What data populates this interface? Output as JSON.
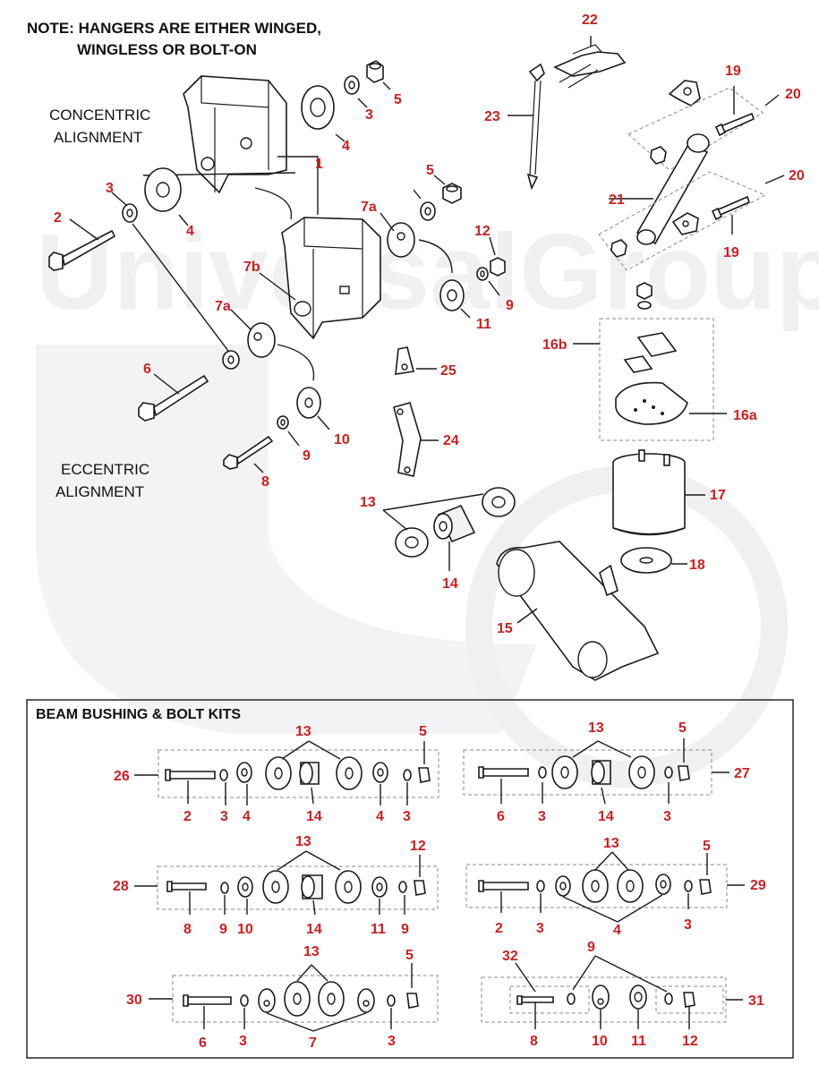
{
  "note": {
    "line1": "NOTE: HANGERS ARE EITHER WINGED,",
    "line2": "WINGLESS OR BOLT-ON"
  },
  "watermark": "UniversalGroup®",
  "concentric": {
    "line1": "CONCENTRIC",
    "line2": "ALIGNMENT"
  },
  "eccentric": {
    "line1": "ECCENTRIC",
    "line2": "ALIGNMENT"
  },
  "callouts": {
    "c1": "1",
    "c2": "2",
    "c3a": "3",
    "c3b": "3",
    "c4a": "4",
    "c4b": "4",
    "c5a": "5",
    "c5b": "5",
    "c6": "6",
    "c7a1": "7a",
    "c7a2": "7a",
    "c7b": "7b",
    "c8": "8",
    "c9a": "9",
    "c9b": "9",
    "c10": "10",
    "c11": "11",
    "c12": "12",
    "c13": "13",
    "c14": "14",
    "c15": "15",
    "c16a": "16a",
    "c16b": "16b",
    "c17": "17",
    "c18": "18",
    "c19a": "19",
    "c19b": "19",
    "c20a": "20",
    "c20b": "20",
    "c21": "21",
    "c22": "22",
    "c23": "23",
    "c24": "24",
    "c25": "25"
  },
  "kits": {
    "title": "BEAM BUSHING & BOLT KITS",
    "k26": {
      "id": "26",
      "top13": "13",
      "top5": "5",
      "b2": "2",
      "b3a": "3",
      "b4a": "4",
      "b14": "14",
      "b4b": "4",
      "b3b": "3"
    },
    "k27": {
      "id": "27",
      "top13": "13",
      "top5": "5",
      "b6": "6",
      "b3a": "3",
      "b14": "14",
      "b3b": "3"
    },
    "k28": {
      "id": "28",
      "top13": "13",
      "top12": "12",
      "b8": "8",
      "b9a": "9",
      "b10": "10",
      "b14": "14",
      "b11": "11",
      "b9b": "9"
    },
    "k29": {
      "id": "29",
      "top13": "13",
      "top5": "5",
      "b2": "2",
      "b3a": "3",
      "b4": "4",
      "b3b": "3"
    },
    "k30": {
      "id": "30",
      "top13": "13",
      "top5": "5",
      "b6": "6",
      "b3a": "3",
      "b7": "7",
      "b3b": "3"
    },
    "k31": {
      "id": "31",
      "top32": "32",
      "top9": "9",
      "b8": "8",
      "b10": "10",
      "b11": "11",
      "b12": "12"
    }
  },
  "colors": {
    "callout": "#cc1f1f",
    "ink": "#1a1a1a",
    "watermark": "#f0f0f2"
  }
}
